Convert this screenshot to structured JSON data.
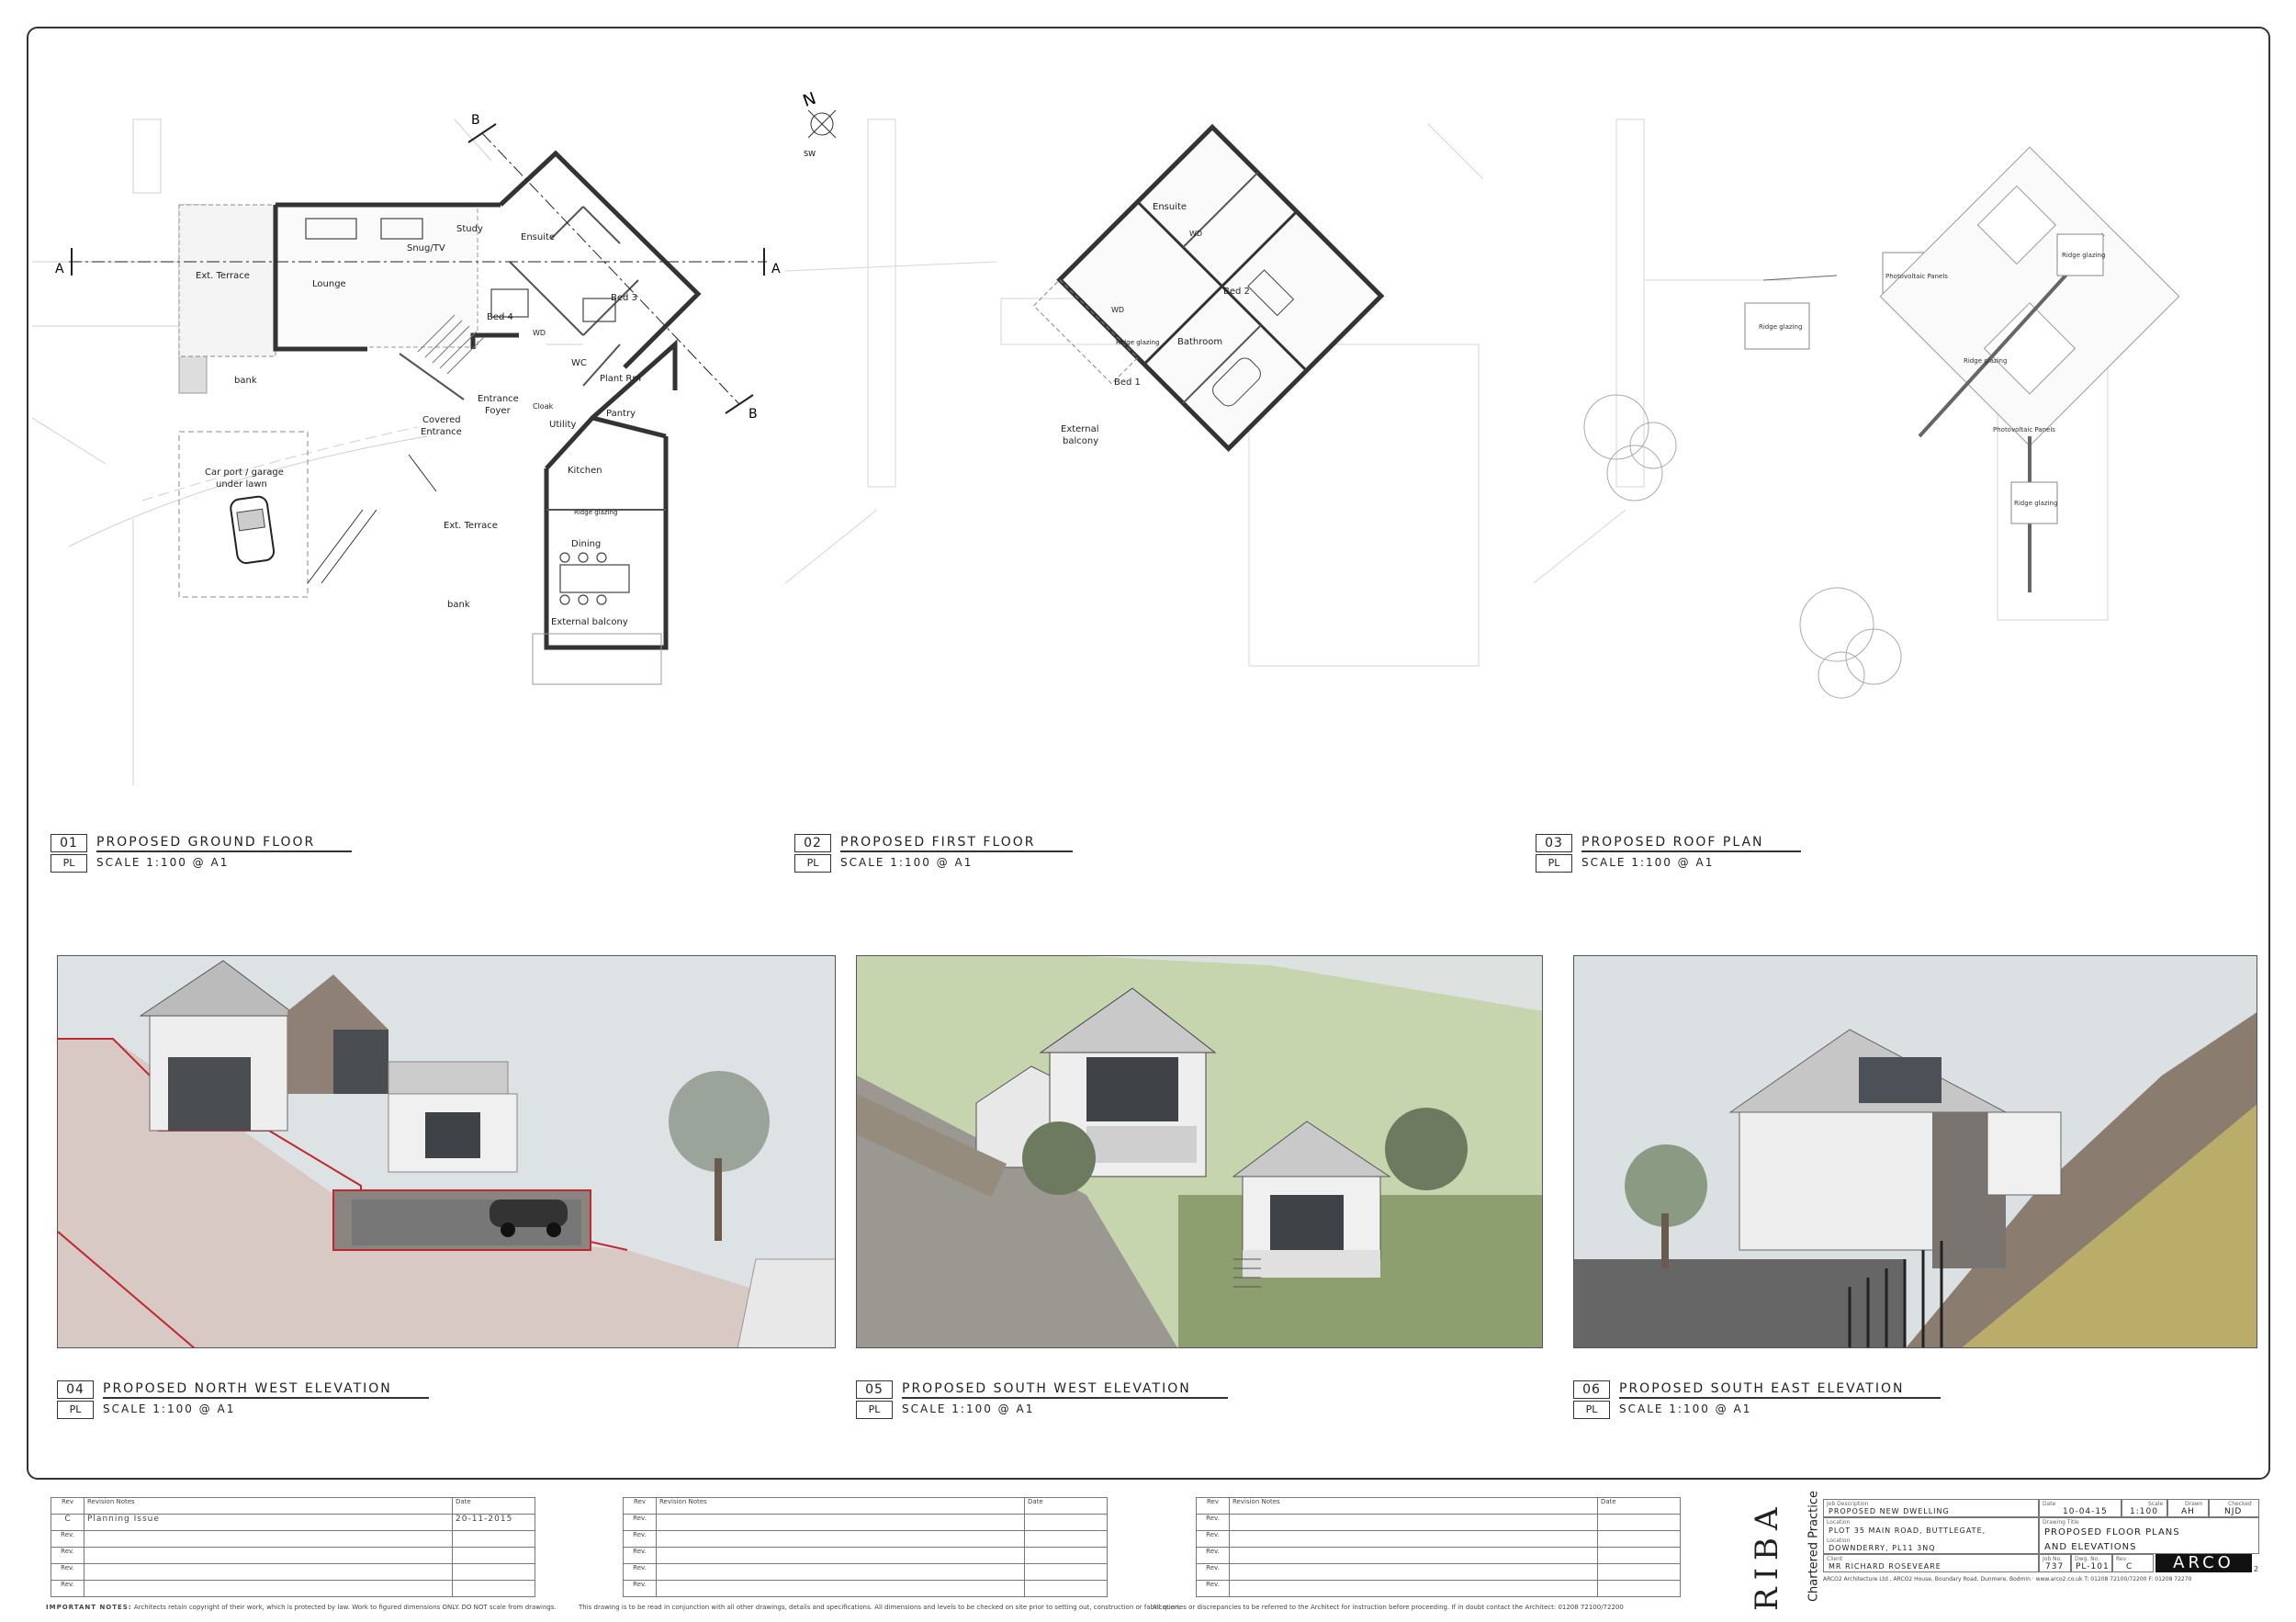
{
  "plans": [
    {
      "num": "01",
      "sheet": "PL",
      "title": "PROPOSED GROUND FLOOR",
      "scale": "SCALE  1:100 @ A1"
    },
    {
      "num": "02",
      "sheet": "PL",
      "title": "PROPOSED FIRST FLOOR",
      "scale": "SCALE  1:100 @ A1"
    },
    {
      "num": "03",
      "sheet": "PL",
      "title": "PROPOSED ROOF PLAN",
      "scale": "SCALE  1:100 @ A1"
    }
  ],
  "elevations": [
    {
      "num": "04",
      "sheet": "PL",
      "title": "PROPOSED NORTH WEST ELEVATION",
      "scale": "SCALE  1:100 @ A1"
    },
    {
      "num": "05",
      "sheet": "PL",
      "title": "PROPOSED SOUTH WEST ELEVATION",
      "scale": "SCALE  1:100 @ A1"
    },
    {
      "num": "06",
      "sheet": "PL",
      "title": "PROPOSED SOUTH EAST ELEVATION",
      "scale": "SCALE  1:100 @ A1"
    }
  ],
  "ground_floor_rooms": {
    "study": "Study",
    "ensuite": "Ensuite",
    "snug": "Snug/TV",
    "lounge": "Lounge",
    "ext_terrace_top": "Ext. Terrace",
    "bed3": "Bed 3",
    "bed4": "Bed 4",
    "wc": "WC",
    "plant": "Plant Rm",
    "pantry": "Pantry",
    "entrance": "Entrance",
    "foyer": "Foyer",
    "cloak": "Cloak",
    "utility": "Utility",
    "covered": "Covered",
    "covered_entrance": "Entrance",
    "kitchen": "Kitchen",
    "ext_terrace_bottom": "Ext. Terrace",
    "dining": "Dining",
    "external_balcony": "External balcony",
    "bank1": "bank",
    "bank2": "bank",
    "carport1": "Car port / garage",
    "carport2": "under lawn",
    "wd": "WD",
    "ridge": "Ridge glazing"
  },
  "first_floor_rooms": {
    "ensuite": "Ensuite",
    "wd1": "WD",
    "bed2": "Bed 2",
    "wd2": "WD",
    "bathroom": "Bathroom",
    "bed1": "Bed 1",
    "external": "External",
    "balcony": "balcony",
    "ridge": "Ridge glazing"
  },
  "roof_labels": {
    "ridge1": "Ridge glazing",
    "ridge2": "Ridge glazing",
    "ridge3": "Ridge glazing",
    "ridge4": "Ridge glazing",
    "pv1": "Photovoltaic Panels",
    "pv2": "Photovoltaic Panels"
  },
  "section_marks": {
    "a": "A",
    "b": "B"
  },
  "north": {
    "n": "N",
    "sw": "SW"
  },
  "revision_tables": [
    {
      "headers": {
        "rev": "Rev",
        "notes": "Revision Notes",
        "date": "Date"
      },
      "rows": [
        {
          "rev": "C",
          "notes": "Planning Issue",
          "date": "20-11-2015"
        },
        {
          "rev": "Rev.",
          "notes": "",
          "date": ""
        },
        {
          "rev": "Rev.",
          "notes": "",
          "date": ""
        },
        {
          "rev": "Rev.",
          "notes": "",
          "date": ""
        },
        {
          "rev": "Rev.",
          "notes": "",
          "date": ""
        }
      ]
    },
    {
      "headers": {
        "rev": "Rev",
        "notes": "Revision Notes",
        "date": "Date"
      },
      "rows": [
        {
          "rev": "Rev.",
          "notes": "",
          "date": ""
        },
        {
          "rev": "Rev.",
          "notes": "",
          "date": ""
        },
        {
          "rev": "Rev.",
          "notes": "",
          "date": ""
        },
        {
          "rev": "Rev.",
          "notes": "",
          "date": ""
        },
        {
          "rev": "Rev.",
          "notes": "",
          "date": ""
        }
      ]
    },
    {
      "headers": {
        "rev": "Rev",
        "notes": "Revision Notes",
        "date": "Date"
      },
      "rows": [
        {
          "rev": "Rev.",
          "notes": "",
          "date": ""
        },
        {
          "rev": "Rev.",
          "notes": "",
          "date": ""
        },
        {
          "rev": "Rev.",
          "notes": "",
          "date": ""
        },
        {
          "rev": "Rev.",
          "notes": "",
          "date": ""
        },
        {
          "rev": "Rev.",
          "notes": "",
          "date": ""
        }
      ]
    }
  ],
  "notes": {
    "important": "IMPORTANT NOTES:",
    "n1": "Architects retain copyright of their work, which is protected by law. Work to figured dimensions ONLY. DO NOT scale from drawings.",
    "n2": "This drawing is to be read in conjunction with all other drawings, details and specifications. All dimensions and levels to be checked on site prior to setting out, construction or fabrication.",
    "n3": "All queries or discrepancies to be referred to the Architect for instruction before proceeding. If in doubt contact the Architect: 01208 72100/72200"
  },
  "riba": {
    "text": "RIBA",
    "sub": "Chartered Practice"
  },
  "title_block": {
    "job_desc_label": "Job Description",
    "job_desc": "PROPOSED NEW DWELLING",
    "location_label": "Location",
    "location1": "PLOT 35 MAIN ROAD, BUTTLEGATE,",
    "location_label2": "Location",
    "location2": "DOWNDERRY, PL11 3NQ",
    "client_label": "Client",
    "client": "MR RICHARD ROSEVEARE",
    "date_label": "Date",
    "date": "10-04-15",
    "scale_label": "Scale",
    "scale": "1:100",
    "drawn_label": "Drawn",
    "drawn": "AH",
    "checked_label": "Checked",
    "checked": "NJD",
    "title_label": "Drawing Title",
    "title1": "PROPOSED FLOOR PLANS",
    "title2": "AND ELEVATIONS",
    "job_no_label": "Job No.",
    "job_no": "737",
    "dwg_no_label": "Dwg. No.",
    "dwg_no": "PL-101",
    "rev_label": "Rev",
    "rev": "C",
    "logo": "ARCO",
    "logo_sup": "2",
    "footer": "ARCO2 Architecture Ltd , ARCO2 House, Boundary Road, Dunmere, Bodmin · www.arco2.co.uk   T: 01208 72100/72200   F: 01208 72270"
  }
}
